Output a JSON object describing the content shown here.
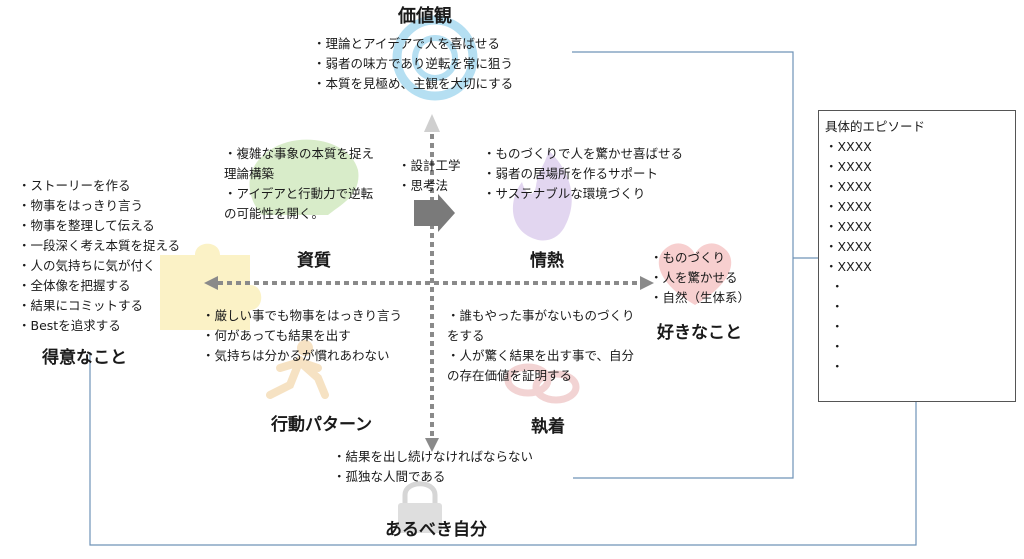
{
  "colors": {
    "connector": "#6f93b8",
    "arrow": "#8a8a8a",
    "watermark_values": "#b5dff2",
    "watermark_passion": "#e2d6f0",
    "watermark_talent": "#d8ecc9",
    "watermark_strength": "#fbf2c6",
    "watermark_likes": "#f7cfcf",
    "watermark_pattern": "#f6e2c3",
    "watermark_attachment": "#f2d3d3",
    "watermark_ideal": "#d6d6d6"
  },
  "values": {
    "title": "価値観",
    "items": [
      "理論とアイデアで人を喜ばせる",
      "弱者の味方であり逆転を常に狙う",
      "本質を見極め、主観を大切にする"
    ]
  },
  "center": {
    "items": [
      "設計工学",
      "思考法"
    ]
  },
  "talent": {
    "title": "資質",
    "items": [
      "複雑な事象の本質を捉え理論構築",
      "アイデアと行動力で逆転の可能性を開く。"
    ]
  },
  "passion": {
    "title": "情熱",
    "items": [
      "ものづくりで人を驚かせ喜ばせる",
      "弱者の居場所を作るサポート",
      "サステナブルな環境づくり"
    ]
  },
  "strengths": {
    "title": "得意なこと",
    "items": [
      "ストーリーを作る",
      "物事をはっきり言う",
      "物事を整理して伝える",
      "一段深く考え本質を捉える",
      "人の気持ちに気が付く",
      "全体像を把握する",
      "結果にコミットする",
      "Bestを追求する"
    ]
  },
  "likes": {
    "title": "好きなこと",
    "items": [
      "ものづくり",
      "人を驚かせる",
      "自然（生体系）"
    ]
  },
  "behavior": {
    "title": "行動パターン",
    "items": [
      "厳しい事でも物事をはっきり言う",
      "何があっても結果を出す",
      "気持ちは分かるが慣れあわない"
    ]
  },
  "attachment": {
    "title": "執着",
    "items": [
      "誰もやった事がないものづくりをする",
      "人が驚く結果を出す事で、自分の存在価値を証明する"
    ]
  },
  "ideal": {
    "title": "あるべき自分",
    "items": [
      "結果を出し続けなければならない",
      "孤独な人間である"
    ]
  },
  "episodes": {
    "title": "具体的エピソード",
    "items": [
      "XXXX",
      "XXXX",
      "XXXX",
      "XXXX",
      "XXXX",
      "XXXX",
      "XXXX"
    ],
    "dots": [
      "・",
      "・",
      "・",
      "・",
      "・"
    ]
  }
}
